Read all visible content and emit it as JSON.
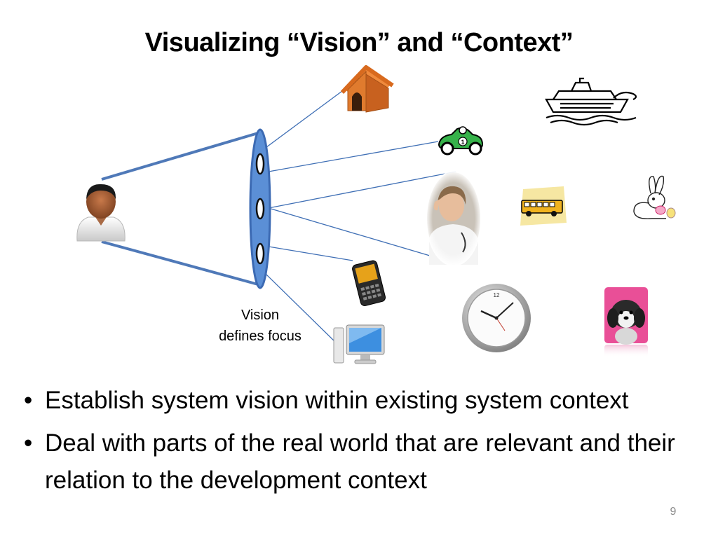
{
  "slide": {
    "title": "Visualizing “Vision” and “Context”",
    "caption_line1": "Vision",
    "caption_line2": "defines focus",
    "bullets": [
      "Establish system vision within existing system context",
      "Deal with parts of the real world that are relevant and their relation to the development context"
    ],
    "bullet_glyph": "•",
    "page_number": "9",
    "clock_number": "12",
    "car_number": "1"
  },
  "icons": [
    "person-icon",
    "lens-icon",
    "doghouse-icon",
    "ship-icon",
    "race-car-icon",
    "doctor-icon",
    "school-bus-icon",
    "rabbit-icon",
    "phone-icon",
    "clock-icon",
    "computer-icon",
    "dog-photo-icon"
  ],
  "colors": {
    "lens_fill": "#5b8fd6",
    "lens_stroke": "#3c6ab3",
    "line_color": "#3f6fb5",
    "doghouse": "#e07b2e",
    "car": "#36b24a",
    "page_number": "#8a8a8a"
  }
}
